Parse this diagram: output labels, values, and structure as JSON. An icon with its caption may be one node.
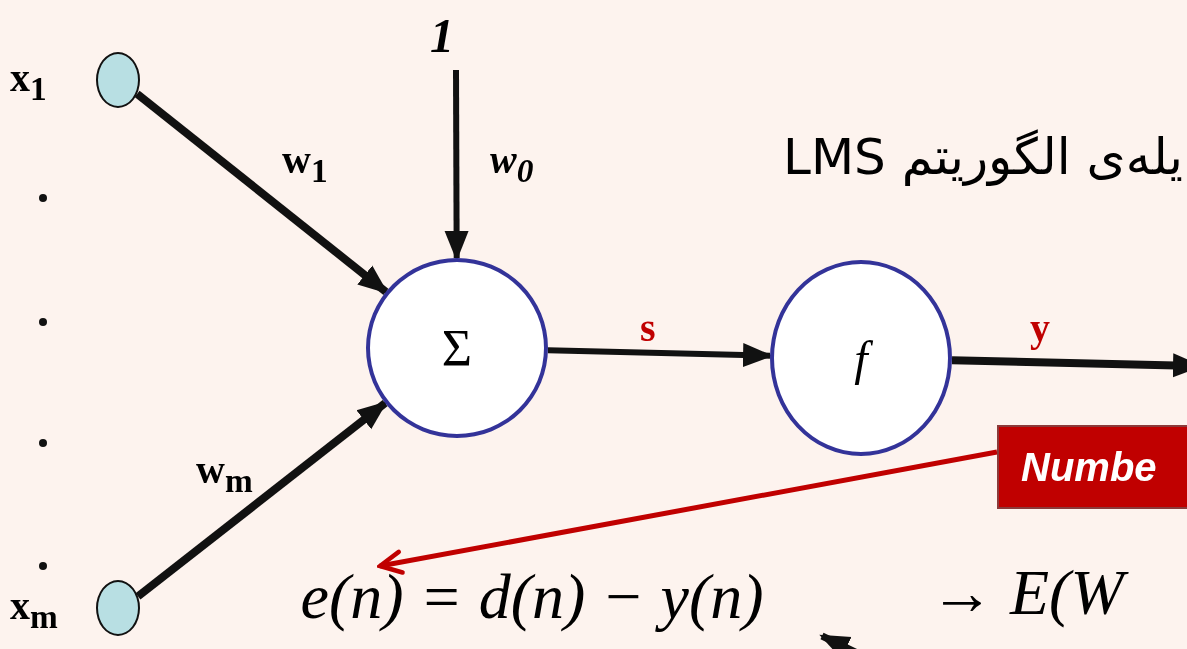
{
  "diagram": {
    "nodes": [
      {
        "text": [],
        "shape": "circle",
        "beside": [
          "x$_{1}$"
        ]
      },
      {
        "text": [],
        "shape": "circle",
        "beside": [
          "x$_{m}$"
        ]
      },
      {
        "text": [
          "1"
        ]
      },
      {
        "text": [
          "Σ"
        ]
      },
      {
        "text": [
          "f"
        ]
      },
      {
        "text": [
          "Numbe"
        ]
      },
      {
        "text": [
          "e(n) = d(n) − y(n)"
        ]
      }
    ],
    "edges": [
      {
        "from": 0,
        "to": 3,
        "arrow": "to",
        "label": "w$_{1}$"
      },
      {
        "from": 1,
        "to": 3,
        "arrow": "to",
        "label": "w$_{m}$"
      },
      {
        "from": 2,
        "to": 3,
        "arrow": "to",
        "label": "w$_{0}$"
      },
      {
        "from": 3,
        "to": 4,
        "arrow": "to",
        "label": "s"
      },
      {
        "from": 4,
        "to": null,
        "arrow": "to",
        "label": "y"
      },
      {
        "from": 5,
        "to": 6,
        "arrow": "to",
        "color": "#c00000"
      },
      {
        "from": null,
        "to": 6,
        "arrow": "to"
      }
    ],
    "labels": [
      "یله‌ی الگوریتم LMS",
      "→ E(W"
    ]
  }
}
